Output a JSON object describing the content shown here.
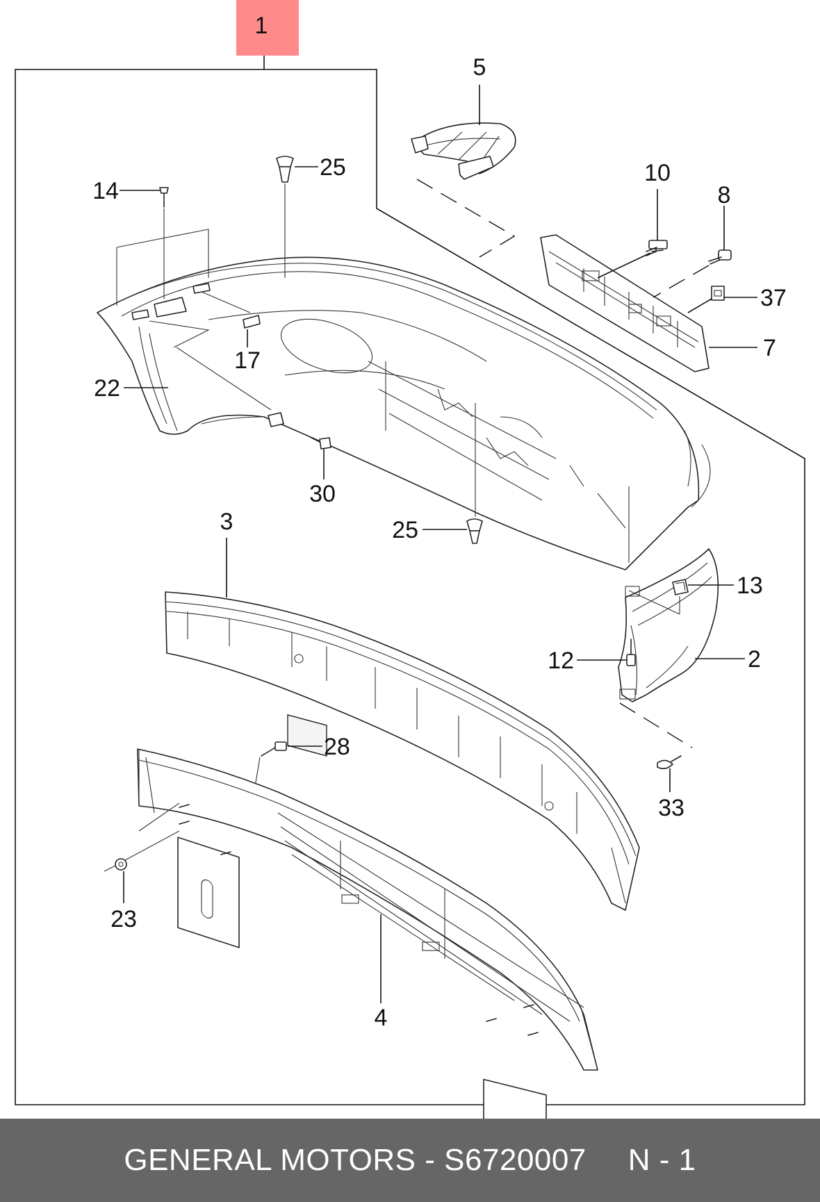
{
  "diagram": {
    "highlight_color": "#ff8a8a",
    "callouts": {
      "c1": "1",
      "c2": "2",
      "c3": "3",
      "c4": "4",
      "c5": "5",
      "c7": "7",
      "c8": "8",
      "c10": "10",
      "c12": "12",
      "c13": "13",
      "c14": "14",
      "c17": "17",
      "c22": "22",
      "c23": "23",
      "c25a": "25",
      "c25b": "25",
      "c28": "28",
      "c30": "30",
      "c33": "33",
      "c37": "37"
    }
  },
  "footer": {
    "title": "GENERAL MOTORS - S6720007",
    "page": "N - 1"
  }
}
